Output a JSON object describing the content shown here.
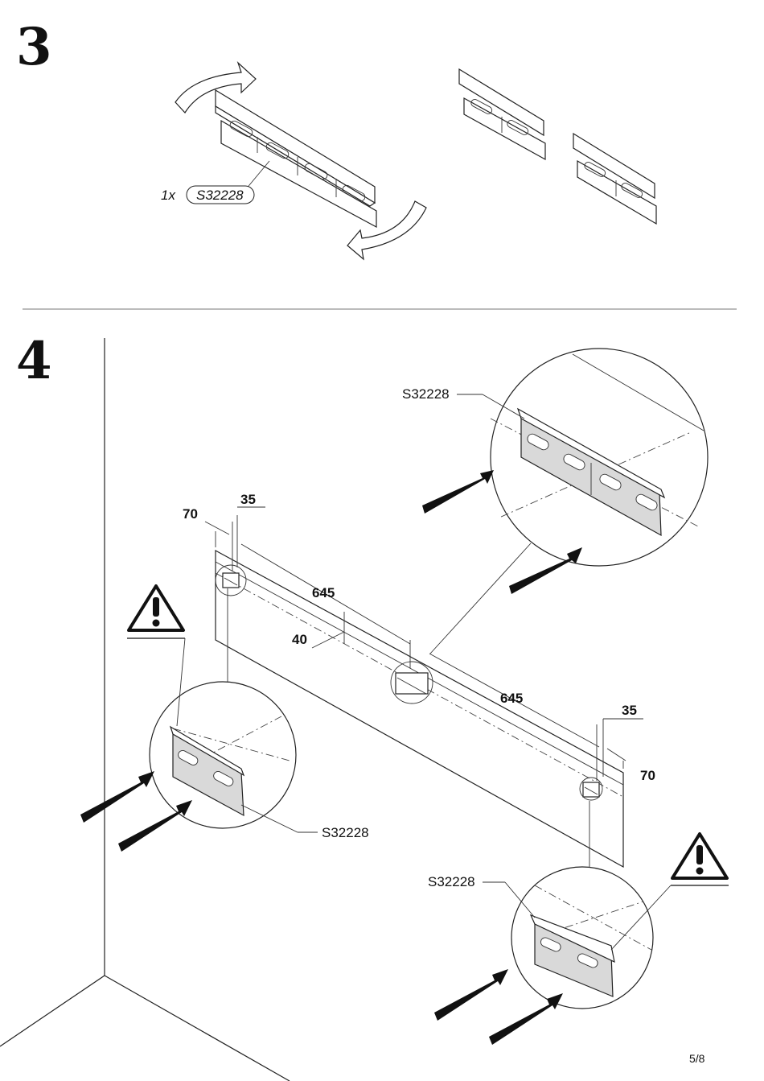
{
  "steps": {
    "step3_number": "3",
    "step4_number": "4"
  },
  "step3": {
    "quantity": "1x",
    "part_code": "S32228"
  },
  "step4": {
    "dimensions": {
      "left_offset": "70",
      "left_spacing": "35",
      "first_gap": "645",
      "vertical_offset": "40",
      "second_gap": "645",
      "right_spacing": "35",
      "right_offset": "70"
    },
    "callouts": {
      "top_right": "S32228",
      "left": "S32228",
      "bottom_right": "S32228"
    }
  },
  "page_number": "5/8"
}
